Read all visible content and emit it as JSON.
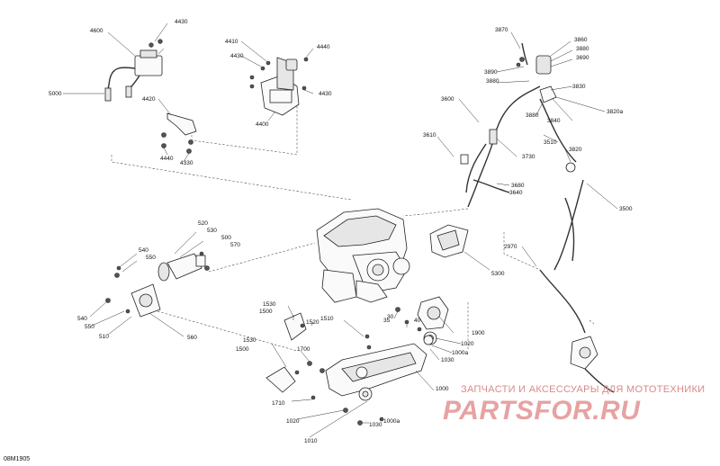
{
  "figure_code": "08M1905",
  "watermark": {
    "line1": "ЗАПЧАСТИ И АКСЕССУАРЫ ДЛЯ МОТОТЕХНИКИ",
    "line2": "PARTSFOR.RU"
  },
  "callouts": [
    "4430",
    "4600",
    "5000",
    "4420",
    "4440",
    "4330",
    "4410",
    "4430",
    "4440",
    "4430",
    "4400",
    "3870",
    "3860",
    "3880",
    "3690",
    "3890",
    "3880",
    "3830",
    "3600",
    "3880",
    "3840",
    "3820a",
    "3610",
    "3510",
    "3730",
    "3820",
    "3680",
    "3640",
    "3500",
    "520",
    "530",
    "500",
    "570",
    "540",
    "550",
    "5300",
    "2970",
    "540",
    "550",
    "510",
    "560",
    "1530",
    "1500",
    "1520",
    "1510",
    "30",
    "35",
    "40",
    "1900",
    "1020",
    "1000a",
    "1030",
    "1530",
    "1500",
    "1700",
    "1710",
    "1000",
    "1020",
    "1030",
    "1000a",
    "1010"
  ]
}
